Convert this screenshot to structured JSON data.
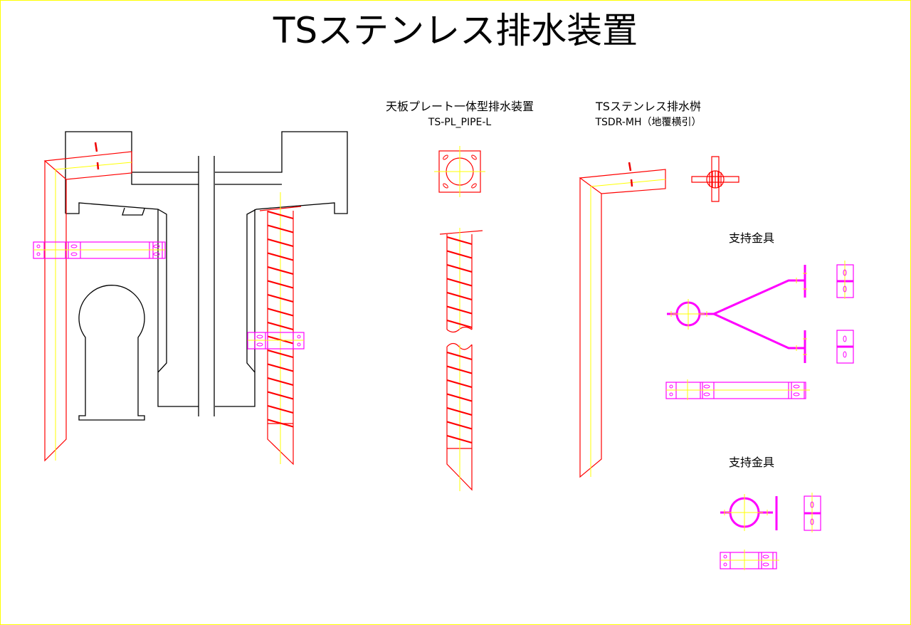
{
  "title": "TSステンレス排水装置",
  "sections": {
    "plate_drain": {
      "title": "天板プレート一体型排水装置",
      "model": "TS-PL_PIPE-L"
    },
    "drain_basin": {
      "title": "TSステンレス排水桝",
      "model": "TSDR-MH（地覆横引）"
    },
    "bracket_1": {
      "title": "支持金具"
    },
    "bracket_2": {
      "title": "支持金具"
    }
  },
  "colors": {
    "structure": "#000000",
    "pipe": "#ff0000",
    "centerline": "#ffff00",
    "bracket": "#ff00ff",
    "border": "#ffff00"
  }
}
